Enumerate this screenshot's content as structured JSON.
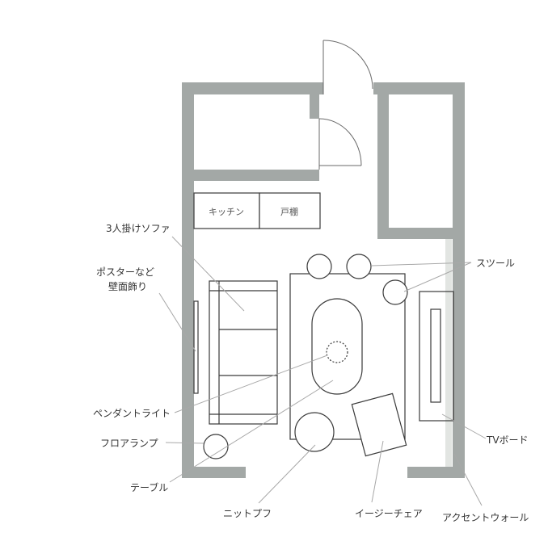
{
  "colors": {
    "wall": "#a3a8a6",
    "line": "#3a3a3a",
    "leader": "#a8a8a8",
    "accent_wall": "#dfe2df",
    "text": "#333333"
  },
  "units": {
    "kitchen": "キッチン",
    "closet": "戸棚"
  },
  "labels": {
    "sofa": "3人掛けソファ",
    "poster_line1": "ポスターなど",
    "poster_line2": "壁面飾り",
    "pendant": "ペンダントライト",
    "floor_lamp": "フロアランプ",
    "table": "テーブル",
    "knit_pouf": "ニットプフ",
    "easy_chair": "イージーチェア",
    "accent_wall": "アクセントウォール",
    "tv_board": "TVボード",
    "stool": "スツール"
  }
}
